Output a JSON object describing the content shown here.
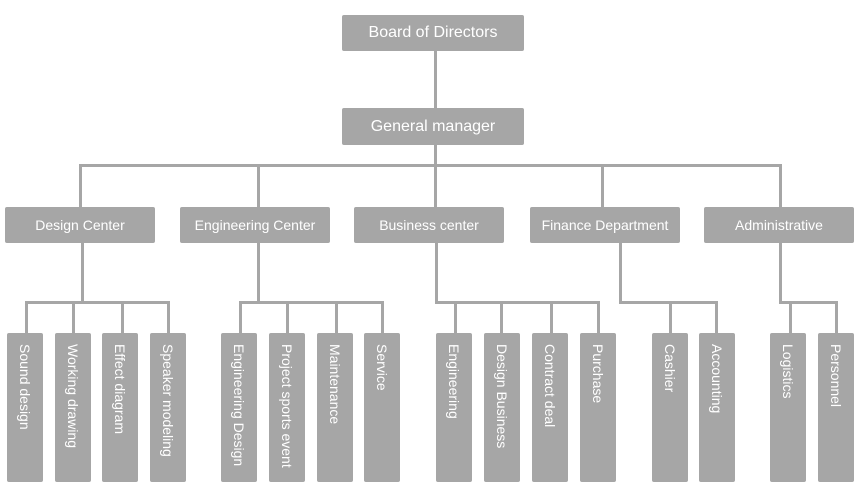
{
  "colors": {
    "box": "#a6a6a6",
    "text": "#ffffff",
    "connector": "#a6a6a6"
  },
  "root": {
    "label": "Board of Directors"
  },
  "manager": {
    "label": "General manager"
  },
  "departments": [
    {
      "label": "Design Center",
      "units": [
        "Sound design",
        "Working drawing",
        "Effect diagram",
        "Speaker modeling"
      ]
    },
    {
      "label": "Engineering Center",
      "units": [
        "Engineering Design",
        "Project sports event",
        "Maintenance",
        "Service"
      ]
    },
    {
      "label": "Business center",
      "units": [
        "Engineering",
        "Design Business",
        "Contract deal",
        "Purchase"
      ]
    },
    {
      "label": "Finance Department",
      "units": [
        "Cashier",
        "Accounting"
      ]
    },
    {
      "label": "Administrative",
      "units": [
        "Logistics",
        "Personnel"
      ]
    }
  ]
}
